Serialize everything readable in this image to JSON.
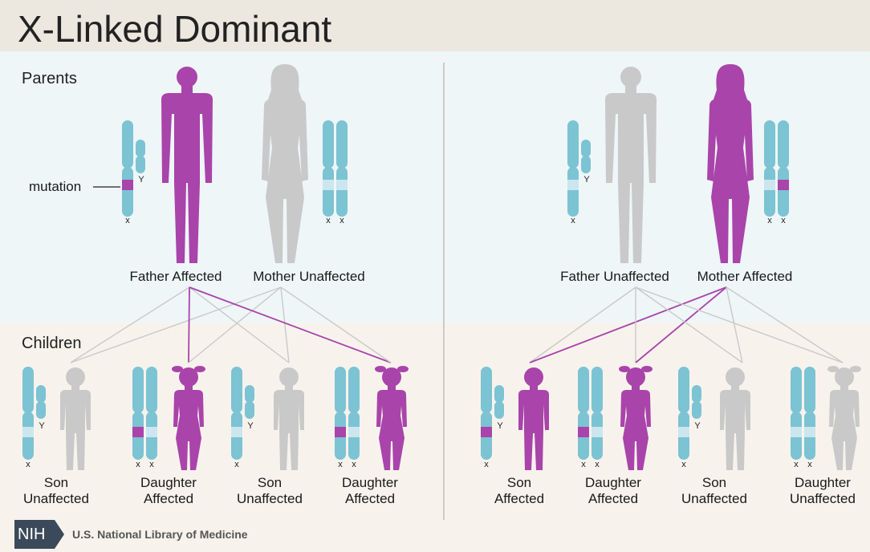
{
  "title": "X-Linked Dominant",
  "sections": {
    "parents": "Parents",
    "children": "Children"
  },
  "annotation": "mutation",
  "chromosome_marks": {
    "x": "x",
    "y": "Y"
  },
  "colors": {
    "affected": "#a944aa",
    "unaffected": "#c9c9c9",
    "chromosome": "#7cc3d3",
    "chromosome_band": "#cbe6ee",
    "header_bg": "#ece7df",
    "parents_bg": "#eef6f8",
    "children_bg": "#f7f3ec"
  },
  "left_panel": {
    "parents": [
      {
        "label": "Father Affected",
        "status": "affected"
      },
      {
        "label": "Mother Unaffected",
        "status": "unaffected"
      }
    ],
    "children": [
      {
        "line1": "Son",
        "line2": "Unaffected",
        "status": "unaffected"
      },
      {
        "line1": "Daughter",
        "line2": "Affected",
        "status": "affected"
      },
      {
        "line1": "Son",
        "line2": "Unaffected",
        "status": "unaffected"
      },
      {
        "line1": "Daughter",
        "line2": "Affected",
        "status": "affected"
      }
    ]
  },
  "right_panel": {
    "parents": [
      {
        "label": "Father Unaffected",
        "status": "unaffected"
      },
      {
        "label": "Mother Affected",
        "status": "affected"
      }
    ],
    "children": [
      {
        "line1": "Son",
        "line2": "Affected",
        "status": "affected"
      },
      {
        "line1": "Daughter",
        "line2": "Affected",
        "status": "affected"
      },
      {
        "line1": "Son",
        "line2": "Unaffected",
        "status": "unaffected"
      },
      {
        "line1": "Daughter",
        "line2": "Unaffected",
        "status": "unaffected"
      }
    ]
  },
  "footer": {
    "logo": "NIH",
    "org": "U.S. National Library of Medicine"
  }
}
